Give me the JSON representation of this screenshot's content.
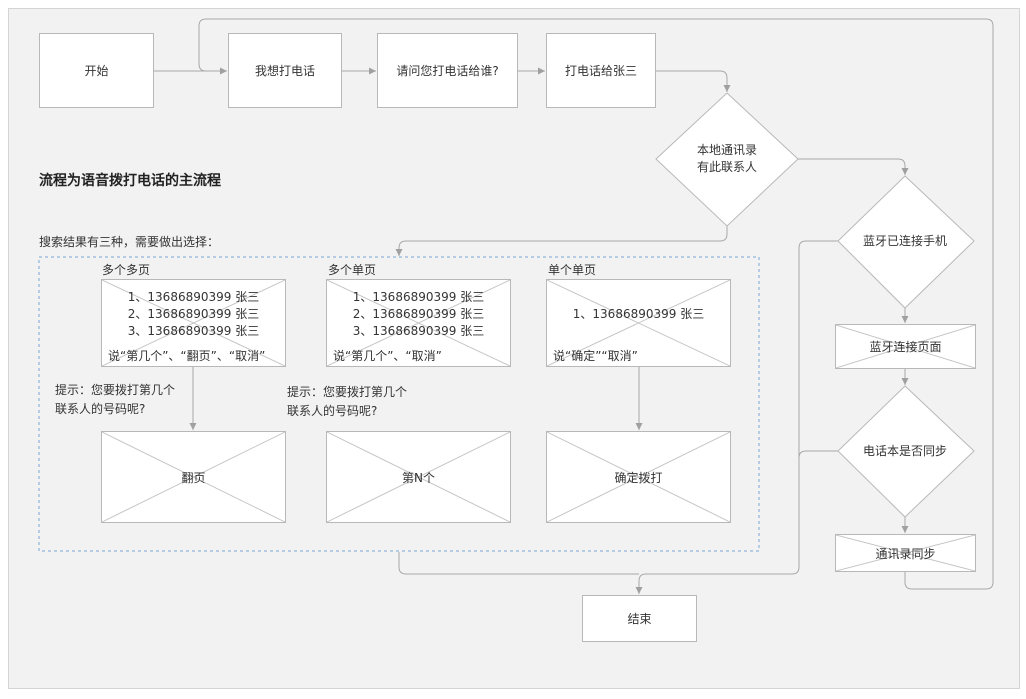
{
  "heading": "流程为语音拨打电话的主流程",
  "search_hint": "搜索结果有三种，需要做出选择：",
  "nodes": {
    "start": "开始",
    "want_call": "我想打电话",
    "ask_who": "请问您打电话给谁?",
    "call_zhang": "打电话给张三",
    "local_contact": [
      "本地通讯录",
      "有此联系人"
    ],
    "bt_connected": "蓝牙已连接手机",
    "bt_page": "蓝牙连接页面",
    "phonebook_synced": "电话本是否同步",
    "contacts_sync": "通讯录同步",
    "end": "结束"
  },
  "groups": [
    {
      "title": "多个多页",
      "lines": [
        "1、13686890399 张三",
        "2、13686890399 张三",
        "3、13686890399 张三"
      ],
      "tip": "说“第几个”、“翻页”、“取消”",
      "action": "翻页",
      "prompt": [
        "提示：您要拨打第几个",
        "联系人的号码呢?"
      ]
    },
    {
      "title": "多个单页",
      "lines": [
        "1、13686890399 张三",
        "2、13686890399 张三",
        "3、13686890399 张三"
      ],
      "tip": "说“第几个”、“取消”",
      "action": "第N个",
      "prompt": [
        "提示：您要拨打第几个",
        "联系人的号码呢?"
      ]
    },
    {
      "title": "单个单页",
      "lines": [
        "1、13686890399 张三"
      ],
      "tip": "说“确定”“取消”",
      "action": "确定拨打",
      "prompt": []
    }
  ]
}
